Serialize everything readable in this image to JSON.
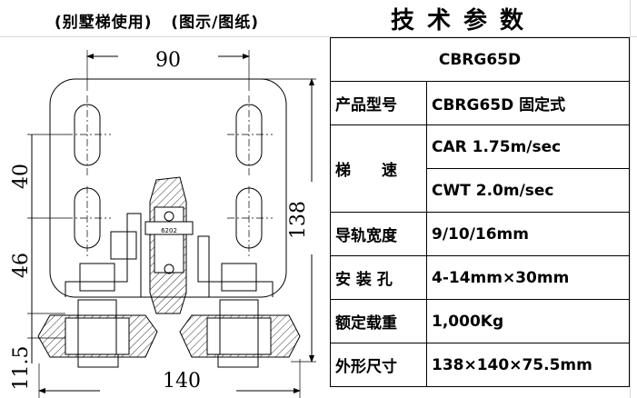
{
  "caption_left": "(别墅梯使用)   (图示/图纸)",
  "spec_title": "技术参数",
  "drawing": {
    "dim_top": "90",
    "dim_height": "138",
    "dim_bottom": "140",
    "dim_left_upper": "40",
    "dim_left_middle": "46",
    "dim_left_lower": "11.5",
    "bearing_label": "6202"
  },
  "table": {
    "model_header": "CBRG65D",
    "rows": [
      {
        "label": "产品型号",
        "value": "CBRG65D 固定式"
      },
      {
        "label": "梯　　速",
        "value": "CAR  1.75m/sec",
        "value2": "CWT  2.0m/sec"
      },
      {
        "label": "导轨宽度",
        "value": "9/10/16mm"
      },
      {
        "label": "安 装 孔",
        "value": "4-14mm×30mm"
      },
      {
        "label": "额定载重",
        "value": "1,000Kg"
      },
      {
        "label": "外形尺寸",
        "value": "138×140×75.5mm"
      }
    ]
  }
}
